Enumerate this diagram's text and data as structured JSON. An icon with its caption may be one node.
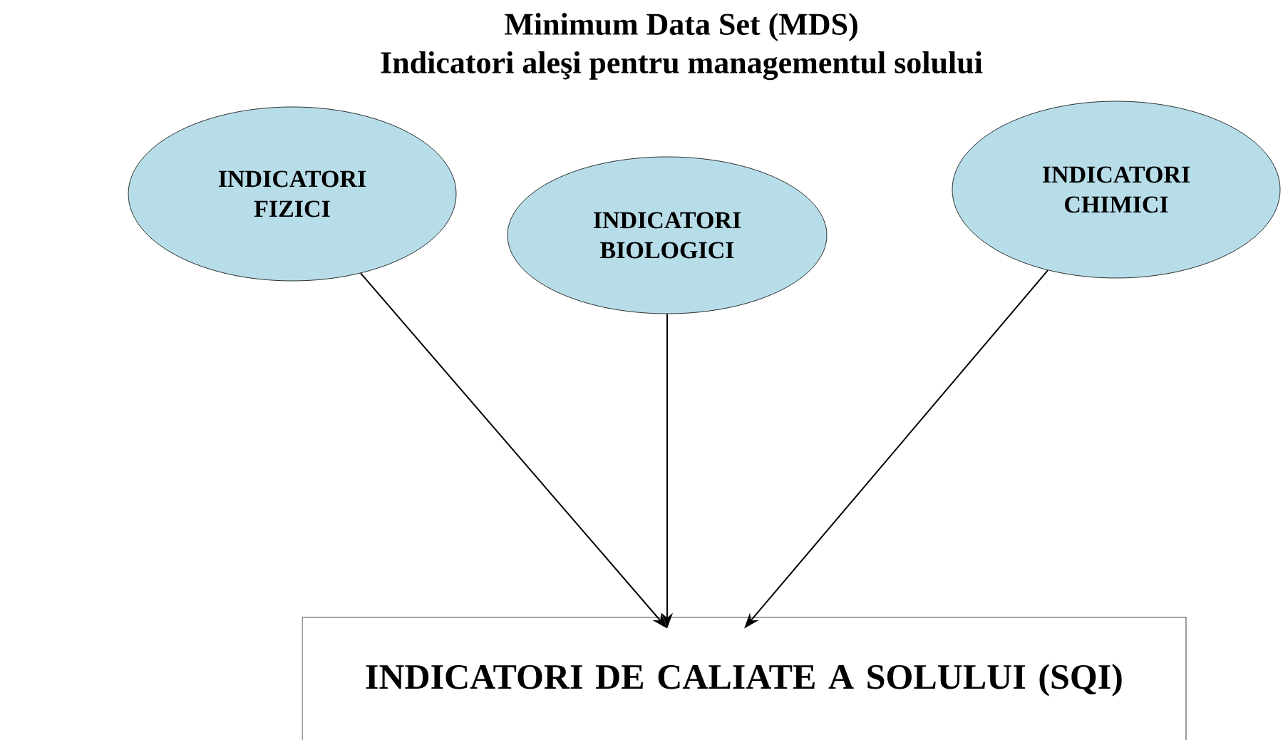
{
  "diagram": {
    "title": "Minimum Data Set (MDS)",
    "nodes": [
      {
        "text": [
          "INDICATORI FIZICI"
        ]
      },
      {
        "text": [
          "INDICATORI BIOLOGICI"
        ]
      },
      {
        "text": [
          "INDICATORI CHIMICI"
        ]
      },
      {
        "text": [
          "INDICATORI DE CALIATE A SOLULUI (SQI)"
        ]
      }
    ],
    "edges": [
      {
        "from": 0,
        "to": 3,
        "arrow": "to"
      },
      {
        "from": 1,
        "to": 3,
        "arrow": "to"
      },
      {
        "from": 2,
        "to": 3,
        "arrow": "to"
      }
    ],
    "labels": [
      "Indicatori aleşi pentru managementul solului"
    ]
  }
}
